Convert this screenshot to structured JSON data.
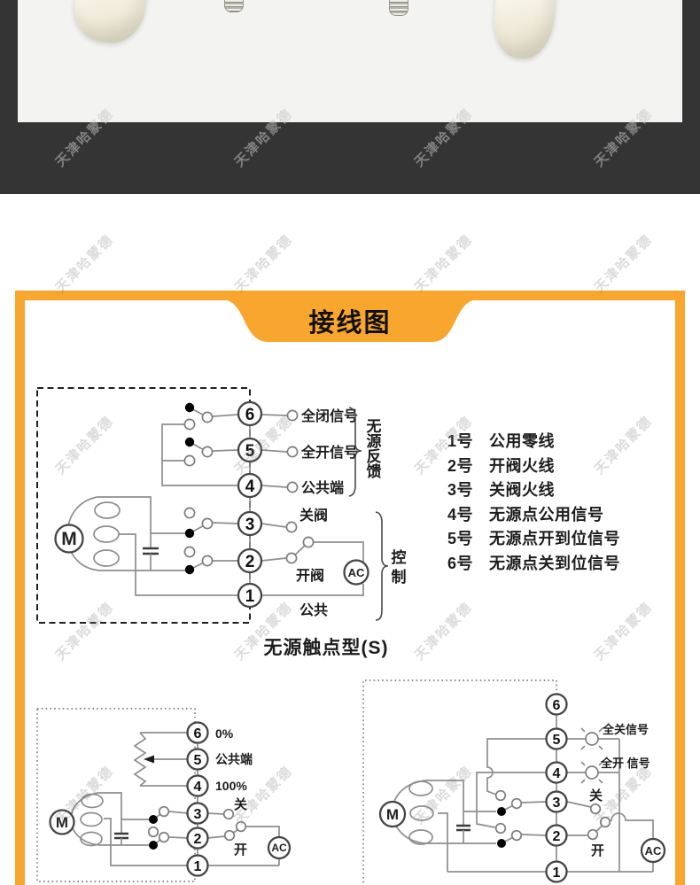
{
  "colors": {
    "accent_orange": "#F9A62E",
    "dark_band": "#343434",
    "photo_background": "#F3F3F1",
    "wire_gray": "#8E8E8E"
  },
  "watermark": {
    "text": "天津哈蒙德"
  },
  "photo_strip": {
    "items": [
      "white-valve-handle",
      "mounting-screw",
      "mounting-screw",
      "white-valve-handle"
    ]
  },
  "banner": {
    "title": "接线图"
  },
  "top_diagram": {
    "caption": "无源触点型(S)",
    "motor_label": "M",
    "ac_label": "AC",
    "terminals": [
      "6",
      "5",
      "4",
      "3",
      "2",
      "1"
    ],
    "right_labels": {
      "full_close_signal": "全闭信号",
      "full_open_signal": "全开信号",
      "common_terminal": "公共端",
      "close_valve": "关阀",
      "open_valve": "开阀",
      "common": "公共"
    },
    "feedback_group": [
      "无",
      "源",
      "反",
      "馈"
    ],
    "control_group": [
      "控",
      "制"
    ]
  },
  "terminal_legend": {
    "items": [
      {
        "num": "1号",
        "desc": "公用零线"
      },
      {
        "num": "2号",
        "desc": "开阀火线"
      },
      {
        "num": "3号",
        "desc": "关阀火线"
      },
      {
        "num": "4号",
        "desc": "无源点公用信号"
      },
      {
        "num": "5号",
        "desc": "无源点开到位信号"
      },
      {
        "num": "6号",
        "desc": "无源点关到位信号"
      }
    ]
  },
  "bottom_left_diagram": {
    "motor_label": "M",
    "ac_label": "AC",
    "terminals": [
      "6",
      "5",
      "4",
      "3",
      "2",
      "1"
    ],
    "labels": {
      "zero_percent": "0%",
      "common_terminal": "公共端",
      "hundred_percent": "100%",
      "close": "关",
      "open": "开"
    }
  },
  "bottom_right_diagram": {
    "motor_label": "M",
    "ac_label": "AC",
    "terminals": [
      "6",
      "5",
      "4",
      "3",
      "2",
      "1"
    ],
    "labels": {
      "full_close_signal": "全关信号",
      "full_open_signal": "全开 信号",
      "close": "关",
      "open": "开"
    }
  }
}
